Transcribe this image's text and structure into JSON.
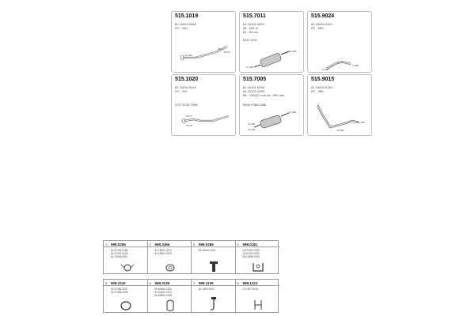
{
  "cards": [
    {
      "code": "515.1019",
      "lines": [
        "81.15204.5338",
        "PC : 240"
      ],
      "tags": [
        "C0 480",
        "W1 5",
        "80 00"
      ]
    },
    {
      "code": "515.7011",
      "lines": [
        "81.15101.0229",
        "88 : 003 Vl",
        "81 : 00 am"
      ],
      "extra": "M02 1001",
      "tags": [
        "05 080",
        "11 080"
      ]
    },
    {
      "code": "515.9024",
      "lines": [
        "81.15204.0102",
        "PC : 060"
      ],
      "tags": [
        "D 080",
        "C 080"
      ]
    },
    {
      "code": "515.1020",
      "lines": [
        "81.15234.5318",
        "PC : 292"
      ],
      "extra": "DGT M.05 1996",
      "tags": [
        "C0 07",
        "C0 09"
      ]
    },
    {
      "code": "515.7005",
      "lines": [
        "81.15101.0238",
        "81.15101.0258",
        "88 : 150027 mm 04 : 090 mm"
      ],
      "extra": "MAN F06A 1986",
      "tags": [
        "10 080",
        "10 080",
        "10 080"
      ]
    },
    {
      "code": "515.9015",
      "lines": [
        "81.15204.0146",
        "PC : 280"
      ],
      "tags": [
        "C0 080",
        "C0 080"
      ]
    }
  ],
  "strips": [
    {
      "cells": [
        {
          "pos": "1",
          "code": "599.0256",
          "parts": [
            "81.97425.0158",
            "81.97401.0125",
            "81.10045.0501"
          ],
          "icon": "clamp-icon"
        },
        {
          "pos": "2",
          "code": "669.3366",
          "parts": [
            "81.15601.0014",
            "81.15601.0009"
          ],
          "icon": "ring-icon"
        },
        {
          "pos": "3",
          "code": "999.0389",
          "parts": [
            "81.08210.3042"
          ],
          "icon": "bolt-icon"
        },
        {
          "pos": "4",
          "code": "599.0181",
          "parts": [
            "06.97401.0122",
            "06.97402.0201",
            "06.10465.0205"
          ],
          "icon": "bracket-icon"
        }
      ]
    },
    {
      "cells": [
        {
          "pos": "5",
          "code": "609.1132",
          "parts": [
            "81.97406.3227",
            "81.97405.2203"
          ],
          "icon": "gasket-icon"
        },
        {
          "pos": "6",
          "code": "669.3135",
          "parts": [
            "06.60661.0133",
            "81.90101.0123",
            "06.60661.0128"
          ],
          "icon": "clip-icon"
        },
        {
          "pos": "7",
          "code": "999.1135",
          "parts": [
            "81.1500.3002"
          ],
          "icon": "hook-icon"
        },
        {
          "pos": "8",
          "code": "599.1124",
          "parts": [
            "2.97497.0010"
          ],
          "icon": "hanger-icon"
        }
      ]
    }
  ]
}
